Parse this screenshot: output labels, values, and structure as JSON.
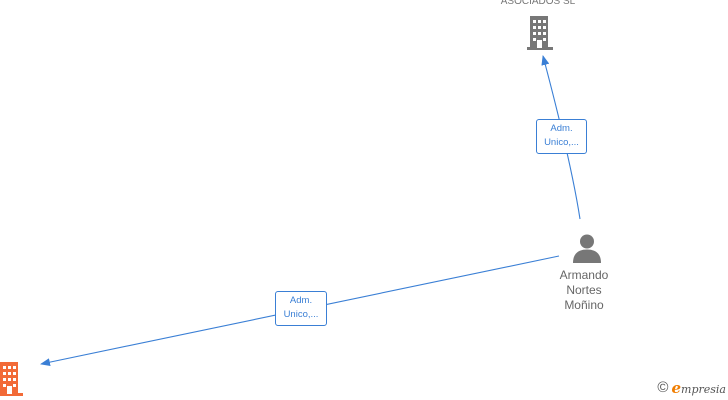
{
  "nodes": {
    "top_company": {
      "name": "ASOCIADOS SL",
      "type": "company",
      "icon": "building-icon",
      "color": "#777777"
    },
    "person": {
      "name_lines": [
        "Armando",
        "Nortes",
        "Moñino"
      ],
      "type": "person",
      "icon": "person-icon",
      "color": "#777777"
    },
    "bottom_company": {
      "type": "company",
      "icon": "building-icon",
      "color": "#f26a37"
    }
  },
  "edges": [
    {
      "from": "person",
      "to": "top_company",
      "label_lines": [
        "Adm.",
        "Unico,..."
      ]
    },
    {
      "from": "person",
      "to": "bottom_company",
      "label_lines": [
        "Adm.",
        "Unico,..."
      ]
    }
  ],
  "branding": {
    "copyright": "©",
    "brand_initial": "e",
    "brand_rest": "mpresia",
    "accent": "#f07d00"
  },
  "colors": {
    "edge": "#3a7fd5"
  }
}
